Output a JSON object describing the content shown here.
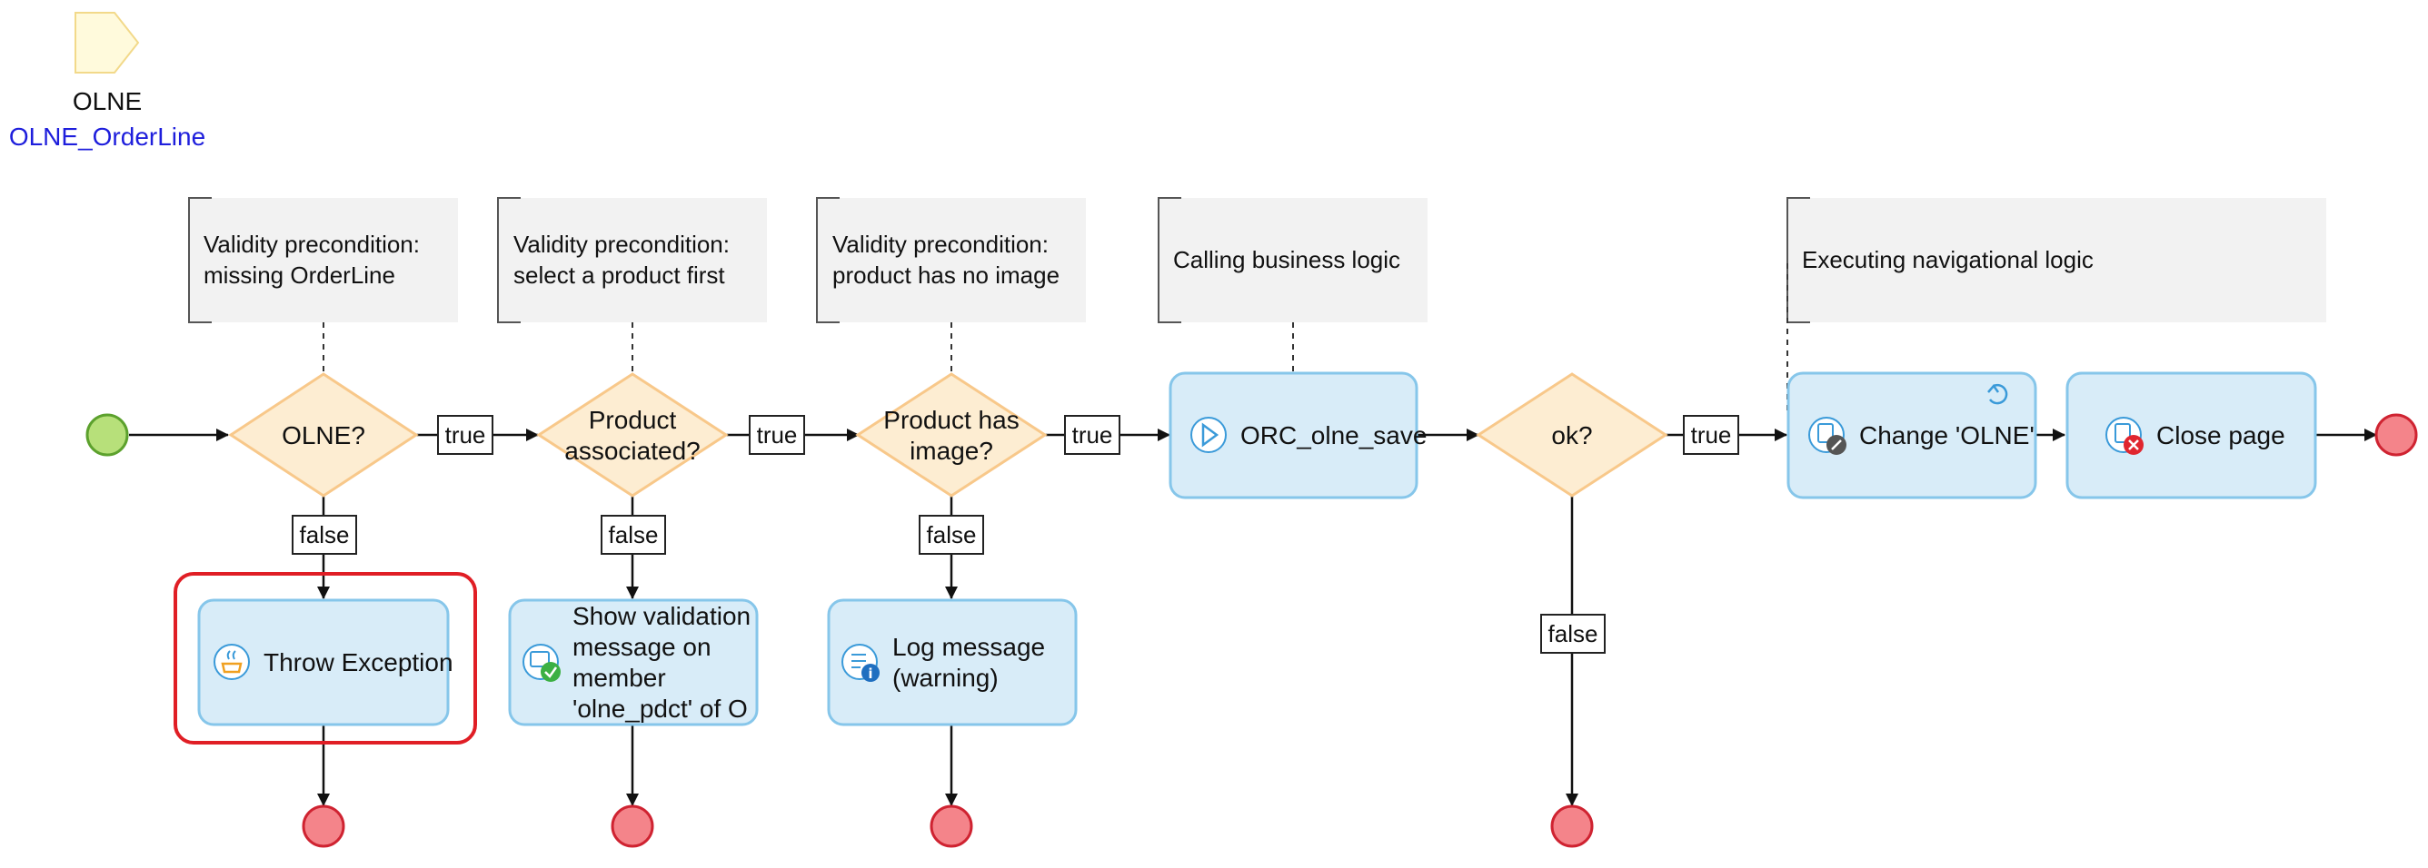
{
  "parameter": {
    "name": "OLNE",
    "type": "OLNE_OrderLine"
  },
  "annotations": [
    {
      "id": "ann1",
      "lines": [
        "Validity precondition:",
        "missing OrderLine"
      ]
    },
    {
      "id": "ann2",
      "lines": [
        "Validity precondition:",
        "select a product first"
      ]
    },
    {
      "id": "ann3",
      "lines": [
        "Validity precondition:",
        "product has no image"
      ]
    },
    {
      "id": "ann4",
      "lines": [
        "Calling business logic"
      ]
    },
    {
      "id": "ann5",
      "lines": [
        "Executing navigational logic"
      ]
    }
  ],
  "decisions": [
    {
      "id": "d1",
      "lines": [
        "OLNE?"
      ]
    },
    {
      "id": "d2",
      "lines": [
        "Product",
        "associated?"
      ]
    },
    {
      "id": "d3",
      "lines": [
        "Product has",
        "image?"
      ]
    },
    {
      "id": "d4",
      "lines": [
        "ok?"
      ]
    }
  ],
  "activities": [
    {
      "id": "a1",
      "icon": "exception-icon",
      "lines": [
        "Throw Exception"
      ],
      "selected": true
    },
    {
      "id": "a2",
      "icon": "validation-message-icon",
      "lines": [
        "Show validation",
        "message on",
        "member",
        "'olne_pdct' of O"
      ]
    },
    {
      "id": "a3",
      "icon": "log-message-icon",
      "lines": [
        "Log message",
        "(warning)"
      ]
    },
    {
      "id": "a4",
      "icon": "microflow-call-icon",
      "lines": [
        "ORC_olne_save"
      ]
    },
    {
      "id": "a5",
      "icon": "change-object-icon",
      "lines": [
        "Change 'OLNE'"
      ],
      "refresh": true
    },
    {
      "id": "a6",
      "icon": "close-page-icon",
      "lines": [
        "Close page"
      ]
    }
  ],
  "condition_labels": {
    "true": "true",
    "false": "false"
  },
  "colors": {
    "start": "#b7e07a",
    "start_border": "#5ca12d",
    "end": "#f4848a",
    "end_border": "#cf2331",
    "decision_fill": "#fdedd2",
    "decision_border": "#f8c88a",
    "activity_fill": "#d8ecf8",
    "activity_border": "#86c6ea",
    "annotation_fill": "#f2f2f2",
    "selection": "#e01e25",
    "parameter_fill": "#fffadc",
    "parameter_border": "#f2d98a"
  }
}
